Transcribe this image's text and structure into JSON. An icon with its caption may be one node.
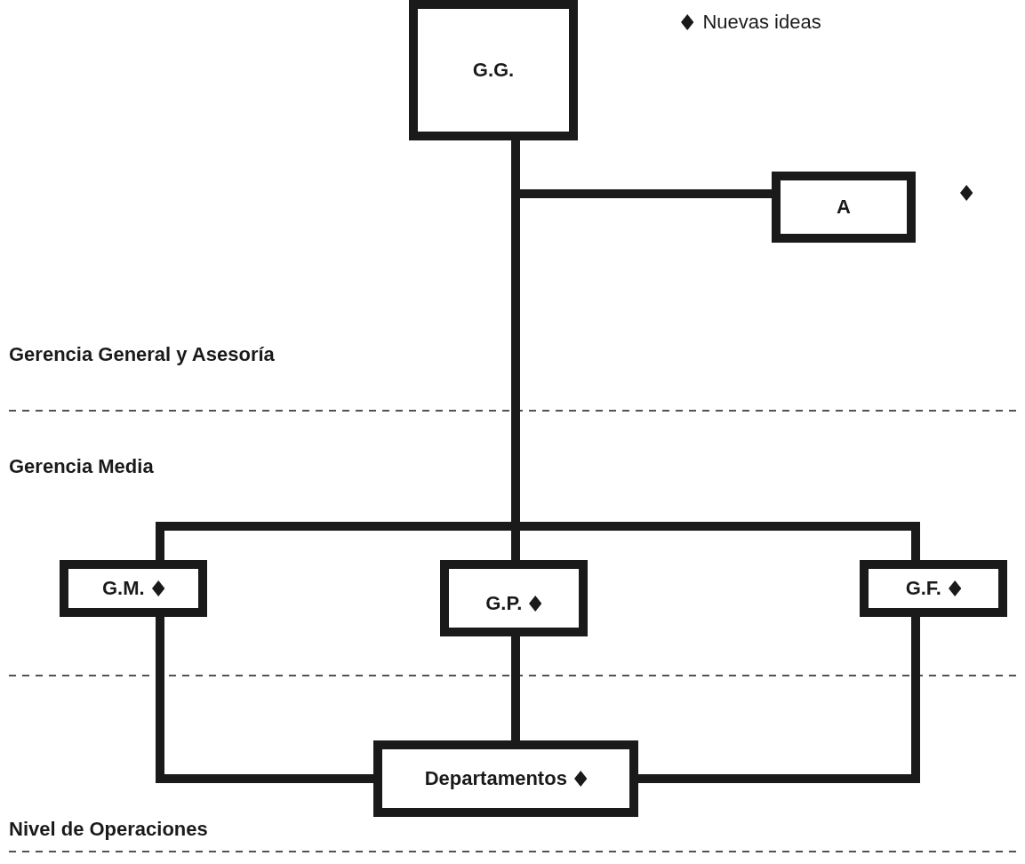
{
  "diagram": {
    "nodes": [
      {
        "text": [
          "G.G."
        ]
      },
      {
        "text": [
          "A"
        ]
      },
      {
        "text": [
          "G.M."
        ]
      },
      {
        "text": [
          "G.P."
        ]
      },
      {
        "text": [
          "G.F."
        ]
      },
      {
        "text": [
          "Departamentos"
        ]
      }
    ],
    "edges": [
      {
        "from": 0,
        "to": 1,
        "arrow": "none"
      },
      {
        "from": 0,
        "to": 2,
        "arrow": "none"
      },
      {
        "from": 0,
        "to": 3,
        "arrow": "none"
      },
      {
        "from": 0,
        "to": 4,
        "arrow": "none"
      },
      {
        "from": 2,
        "to": 5,
        "arrow": "none"
      },
      {
        "from": 3,
        "to": 5,
        "arrow": "none"
      },
      {
        "from": 4,
        "to": 5,
        "arrow": "none"
      }
    ],
    "labels": [
      "Gerencia General y Asesoría",
      "Gerencia Media",
      "Nivel de Operaciones"
    ],
    "legend": [
      {
        "text": "Nuevas ideas"
      }
    ]
  }
}
